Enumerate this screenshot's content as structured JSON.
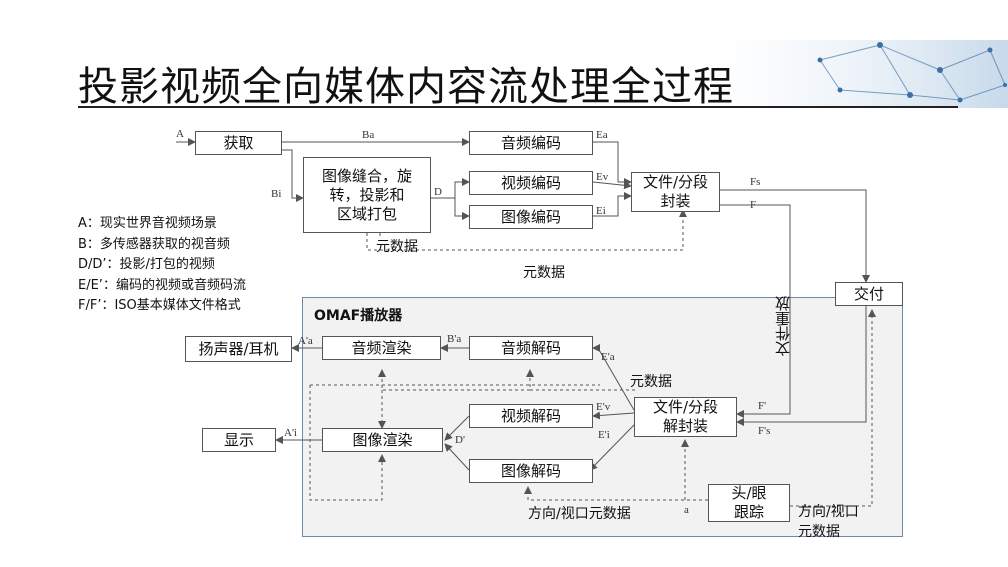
{
  "slide": {
    "title": "投影视频全向媒体内容流处理全过程"
  },
  "legend": [
    "A：现实世界音视频场景",
    "B：多传感器获取的视音频",
    "D/D’：投影/打包的视频",
    "E/E’：编码的视频或音频码流",
    "F/F’：ISO基本媒体文件格式"
  ],
  "player": {
    "title": "OMAF播放器"
  },
  "boxes": {
    "acquire": "获取",
    "stitch": "图像缝合，旋\n转，投影和\n区域打包",
    "audio_enc": "音频编码",
    "video_enc": "视频编码",
    "image_enc": "图像编码",
    "file_encap": "文件/分段\n封装",
    "deliver": "交付",
    "file_decap": "文件/分段\n解封装",
    "audio_dec": "音频解码",
    "video_dec": "视频解码",
    "image_dec": "图像解码",
    "audio_render": "音频渲染",
    "image_render": "图像渲染",
    "speaker": "扬声器/耳机",
    "display": "显示",
    "head_track": "头/眼\n跟踪"
  },
  "signals": {
    "A": "A",
    "Ba": "Ba",
    "Bi": "Bi",
    "D": "D",
    "Ea": "Ea",
    "Ev": "Ev",
    "Ei": "Ei",
    "Fs": "Fs",
    "F": "F",
    "Fp": "F'",
    "Fsp": "F's",
    "Eap": "E'a",
    "Evp": "E'v",
    "Eip": "E'i",
    "Bap": "B'a",
    "Aap": "A'a",
    "Aip": "A'i",
    "Dp": "D'",
    "a": "a"
  },
  "annotations": {
    "metadata1": "元数据",
    "metadata2": "元数据",
    "metadata3": "元数据",
    "file_playback": "文件重放",
    "orientation_meta": "方向/视口元数据",
    "orientation_meta2a": "方向/视口",
    "orientation_meta2b": "元数据"
  },
  "colors": {
    "panel_bg": "#f2f2f2",
    "panel_border": "#6d8aa8",
    "line": "#555555"
  }
}
